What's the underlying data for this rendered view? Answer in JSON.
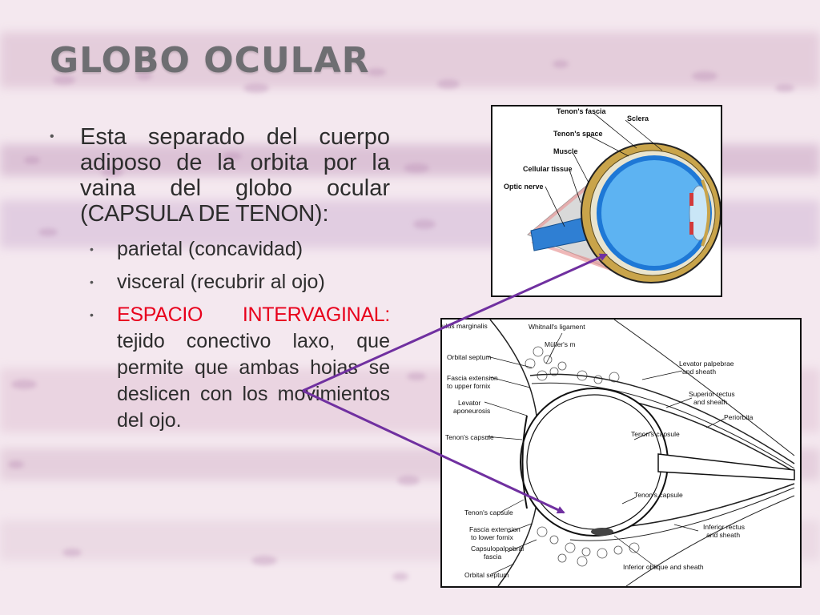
{
  "slide": {
    "title": "GLOBO OCULAR",
    "main_bullet": {
      "text_before": "Esta separado del cuerpo adiposo de la orbita por la vaina del globo ocular (",
      "text_caps": "CAPSULA DE TENON",
      "text_after": "):"
    },
    "sub_bullets": [
      {
        "text": "parietal (concavidad)"
      },
      {
        "text": "visceral (recubrir al ojo)"
      },
      {
        "highlight": "ESPACIO INTERVAGINAL:",
        "text": " tejido conectivo laxo, que permite que ambas hojas se deslicen con los movimientos del ojo."
      }
    ]
  },
  "figure1": {
    "labels": {
      "tenons_fascia": "Tenon's fascia",
      "sclera": "Sclera",
      "tenons_space": "Tenon's space",
      "muscle": "Muscle",
      "cellular_tissue": "Cellular tissue",
      "optic_nerve": "Optic nerve"
    }
  },
  "figure2": {
    "labels": {
      "musculus_marginalis": "ulus marginalis",
      "whitnalls_ligament": "Whitnall's ligament",
      "mullers_m": "Müller's m",
      "orbital_septum_top": "Orbital septum",
      "levator_palpebrae": "Levator palpebrae",
      "and_sheath_1": "and sheath",
      "fascia_upper_1": "Fascia extension",
      "fascia_upper_2": "to upper fornix",
      "superior_rectus": "Superior rectus",
      "and_sheath_2": "and sheath",
      "levator_aponeurosis_1": "Levator",
      "levator_aponeurosis_2": "aponeurosis",
      "periorbita": "Periorbita",
      "tenons_capsule_left": "Tenon's capsule",
      "tenons_capsule_inner_top": "Tenon's capsule",
      "tenons_capsule_inner_bottom": "Tenon's capsule",
      "tenons_capsule_lower": "Tenon's capsule",
      "fascia_lower_1": "Fascia extension",
      "fascia_lower_2": "to lower fornix",
      "capsulopalpebral_1": "Capsulopalpebral",
      "capsulopalpebral_2": "fascia",
      "inferior_rectus": "Inferior rectus",
      "and_sheath_3": "and sheath",
      "orbital_septum_bottom": "Orbital septum",
      "inferior_oblique": "Inferior oblique and sheath"
    }
  },
  "colors": {
    "background": "#f3e6ee",
    "title": "#6e6e72",
    "body_text": "#2d2d2d",
    "highlight": "#e8001c",
    "arrow": "#7030a0"
  }
}
